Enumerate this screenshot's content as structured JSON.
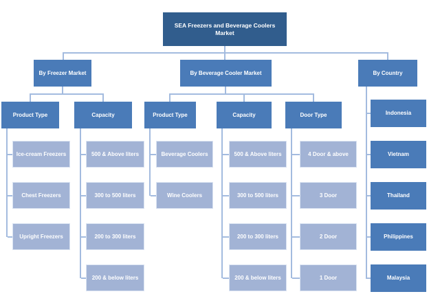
{
  "diagram": {
    "root_label": "SEA Freezers and Beverage Coolers Market",
    "freezer": {
      "label": "By Freezer Market",
      "product_type": {
        "label": "Product Type",
        "items": [
          "Ice-cream Freezers",
          "Chest Freezers",
          "Upright Freezers"
        ]
      },
      "capacity": {
        "label": "Capacity",
        "items": [
          "500 & Above liters",
          "300 to 500 liters",
          "200 to 300 liters",
          "200 & below liters"
        ]
      }
    },
    "beverage": {
      "label": "By Beverage Cooler Market",
      "product_type": {
        "label": "Product Type",
        "items": [
          "Beverage Coolers",
          "Wine Coolers"
        ]
      },
      "capacity": {
        "label": "Capacity",
        "items": [
          "500 & Above liters",
          "300 to 500 liters",
          "200 to 300 liters",
          "200 & below liters"
        ]
      },
      "door_type": {
        "label": "Door Type",
        "items": [
          "4 Door & above",
          "3 Door",
          "2 Door",
          "1 Door"
        ]
      }
    },
    "country": {
      "label": "By Country",
      "items": [
        "Indonesia",
        "Vietnam",
        "Thailand",
        "Philippines",
        "Malaysia"
      ]
    }
  },
  "colors": {
    "root": "#315D8D",
    "node": "#4A7BB8",
    "leaf": "#A2B3D5",
    "line": "#A3BBDF"
  }
}
